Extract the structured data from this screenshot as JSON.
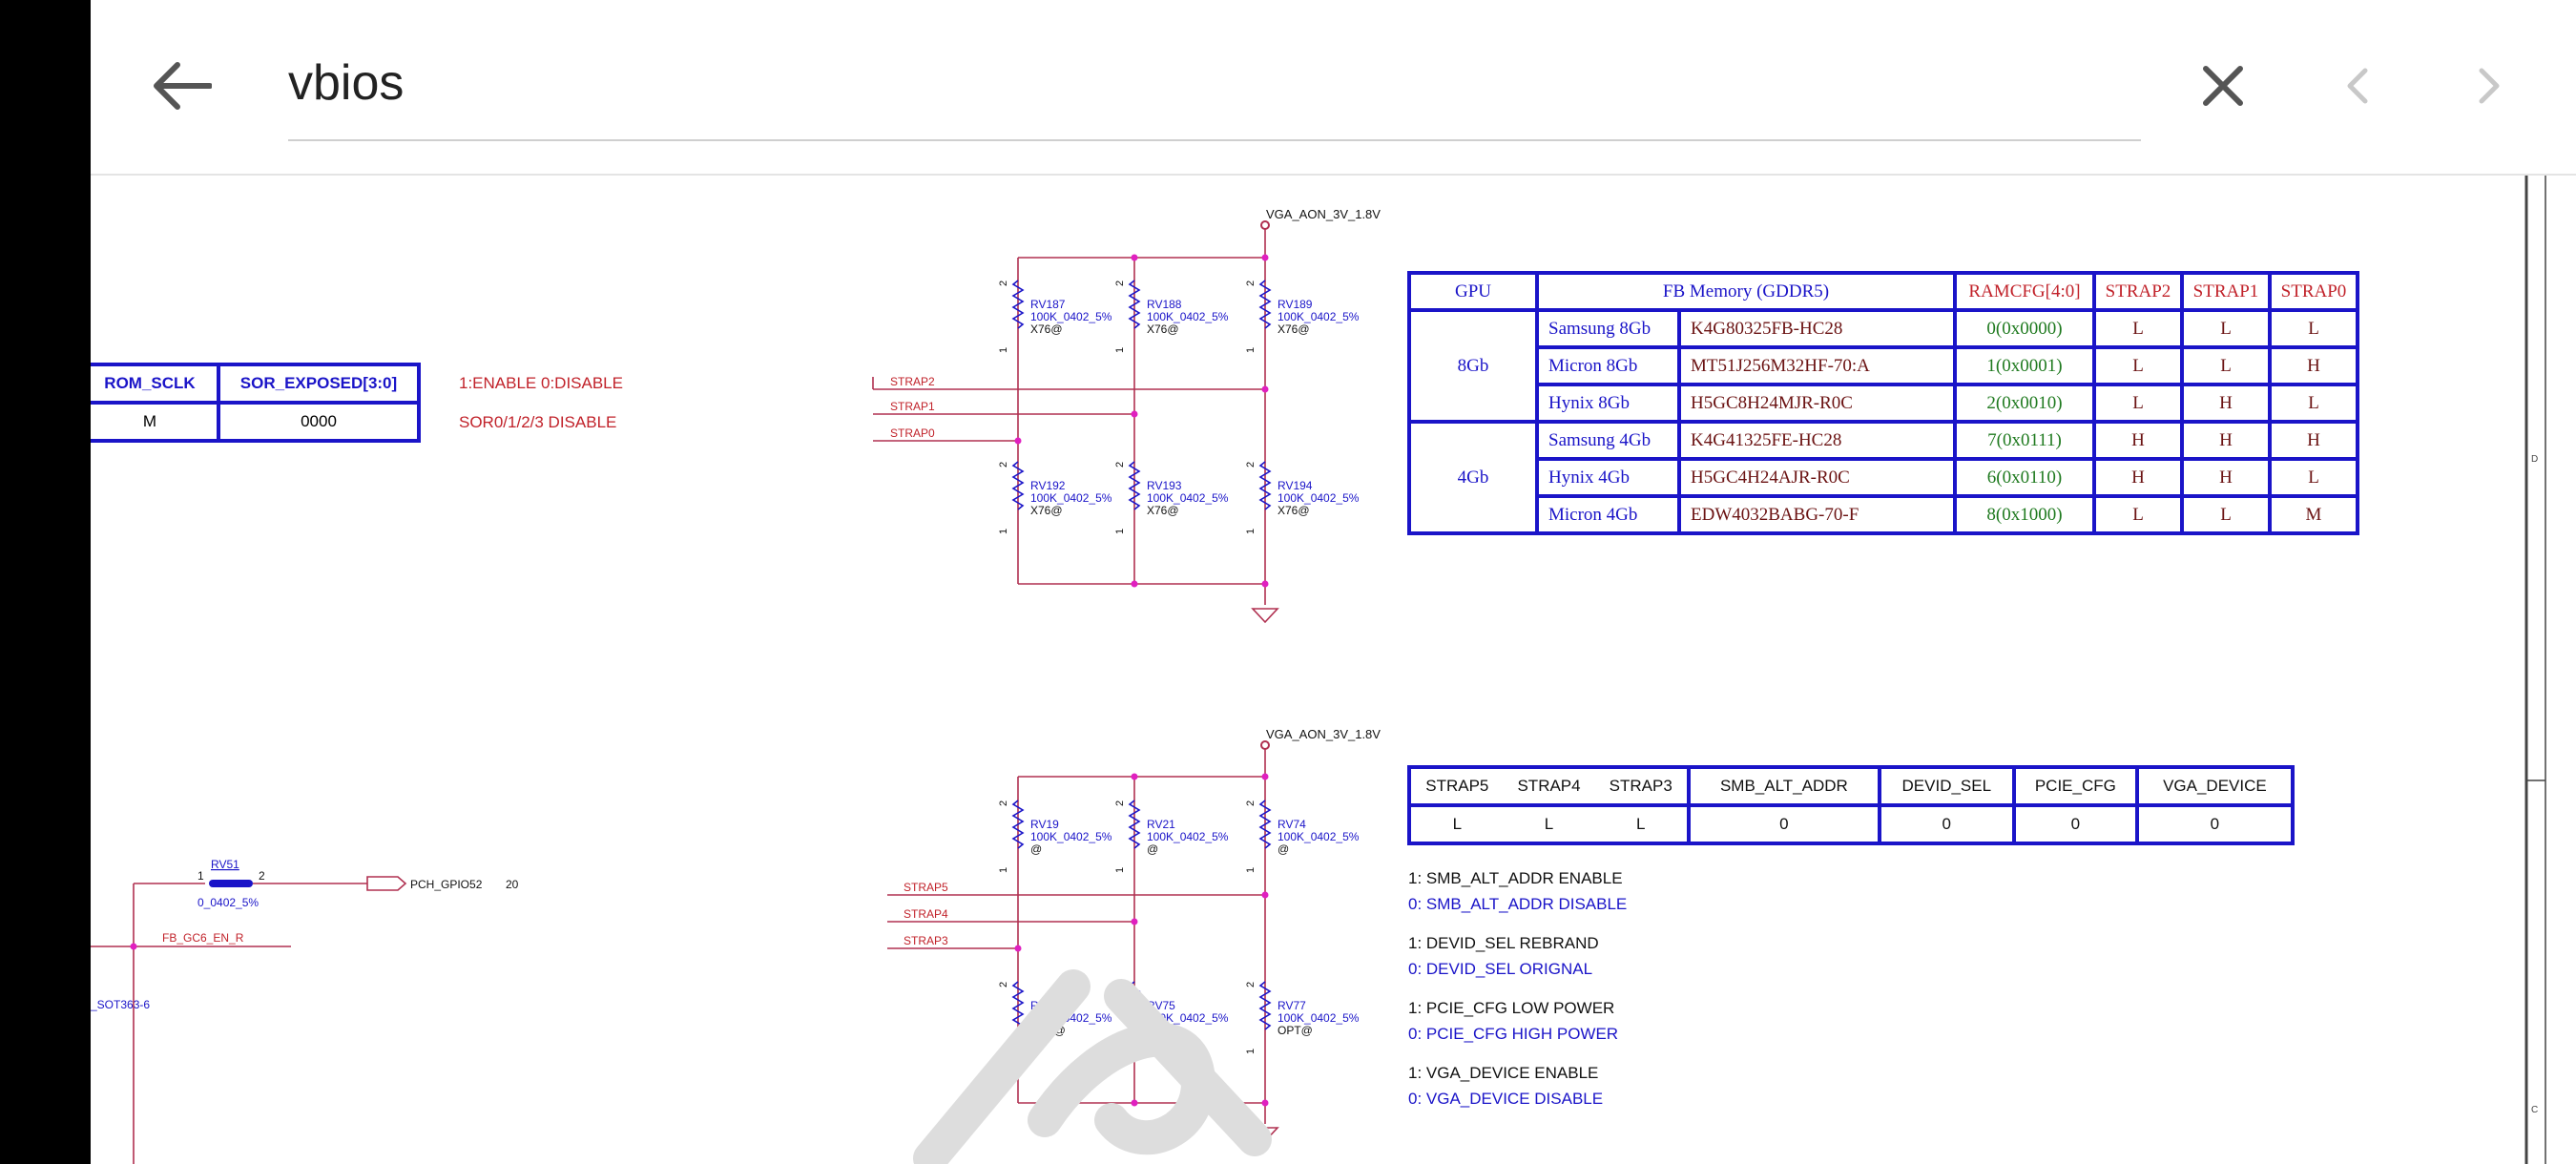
{
  "toolbar": {
    "search_value": "vbios",
    "back_icon": "arrow-left-icon",
    "close_icon": "close-icon",
    "prev_icon": "chevron-left-icon",
    "next_icon": "chevron-right-icon"
  },
  "rom_table": {
    "headers": [
      "ROM_SCLK",
      "SOR_EXPOSED[3:0]"
    ],
    "row": [
      "M",
      "0000"
    ]
  },
  "rom_notes": [
    "1:ENABLE 0:DISABLE",
    "SOR0/1/2/3 DISABLE"
  ],
  "schematic_top": {
    "power_label": "VGA_AON_3V_1.8V",
    "nets": [
      "STRAP2",
      "STRAP1",
      "STRAP0"
    ],
    "resistors_upper": [
      {
        "ref": "RV187",
        "value": "100K_0402_5%",
        "option": "X76@"
      },
      {
        "ref": "RV188",
        "value": "100K_0402_5%",
        "option": "X76@"
      },
      {
        "ref": "RV189",
        "value": "100K_0402_5%",
        "option": "X76@"
      }
    ],
    "resistors_lower": [
      {
        "ref": "RV192",
        "value": "100K_0402_5%",
        "option": "X76@"
      },
      {
        "ref": "RV193",
        "value": "100K_0402_5%",
        "option": "X76@"
      },
      {
        "ref": "RV194",
        "value": "100K_0402_5%",
        "option": "X76@"
      }
    ]
  },
  "schematic_bottom": {
    "power_label": "VGA_AON_3V_1.8V",
    "nets": [
      "STRAP5",
      "STRAP4",
      "STRAP3"
    ],
    "resistors_upper": [
      {
        "ref": "RV19",
        "value": "100K_0402_5%",
        "option": "@"
      },
      {
        "ref": "RV21",
        "value": "100K_0402_5%",
        "option": "@"
      },
      {
        "ref": "RV74",
        "value": "100K_0402_5%",
        "option": "@"
      }
    ],
    "resistors_lower": [
      {
        "ref": "RV78",
        "value": "100K_0402_5%",
        "option": "OPT@"
      },
      {
        "ref": "RV75",
        "value": "100K_0402_5%",
        "option": "OPT@"
      },
      {
        "ref": "RV77",
        "value": "100K_0402_5%",
        "option": "OPT@"
      }
    ]
  },
  "left_bottom": {
    "resistor_ref": "RV51",
    "resistor_value": "0_0402_5%",
    "pin1": "1",
    "pin2": "2",
    "net_out": "PCH_GPIO52",
    "net_out_page": "20",
    "net_in": "FB_GC6_EN_R",
    "package": "_SOT363-6"
  },
  "memory_table": {
    "headers": [
      "GPU",
      "FB Memory (GDDR5)",
      "RAMCFG[4:0]",
      "STRAP2",
      "STRAP1",
      "STRAP0"
    ],
    "groups": [
      {
        "gpu": "8Gb",
        "rows": [
          [
            "Samsung 8Gb",
            "K4G80325FB-HC28",
            "0(0x0000)",
            "L",
            "L",
            "L"
          ],
          [
            "Micron 8Gb",
            "MT51J256M32HF-70:A",
            "1(0x0001)",
            "L",
            "L",
            "H"
          ],
          [
            "Hynix 8Gb",
            "H5GC8H24MJR-R0C",
            "2(0x0010)",
            "L",
            "H",
            "L"
          ]
        ]
      },
      {
        "gpu": "4Gb",
        "rows": [
          [
            "Samsung 4Gb",
            "K4G41325FE-HC28",
            "7(0x0111)",
            "H",
            "H",
            "H"
          ],
          [
            "Hynix 4Gb",
            "H5GC4H24AJR-R0C",
            "6(0x0110)",
            "H",
            "H",
            "L"
          ],
          [
            "Micron 4Gb",
            "EDW4032BABG-70-F",
            "8(0x1000)",
            "L",
            "L",
            "M"
          ]
        ]
      }
    ]
  },
  "strap_table": {
    "headers": [
      "STRAP5",
      "STRAP4",
      "STRAP3",
      "SMB_ALT_ADDR",
      "DEVID_SEL",
      "PCIE_CFG",
      "VGA_DEVICE"
    ],
    "row": [
      "L",
      "L",
      "L",
      "0",
      "0",
      "0",
      "0"
    ]
  },
  "strap_notes": [
    {
      "enable": "1: SMB_ALT_ADDR ENABLE",
      "disable": "0: SMB_ALT_ADDR DISABLE"
    },
    {
      "enable": "1: DEVID_SEL REBRAND",
      "disable": "0: DEVID_SEL ORIGNAL"
    },
    {
      "enable": "1: PCIE_CFG LOW POWER",
      "disable": "0: PCIE_CFG HIGH POWER"
    },
    {
      "enable": "1: VGA_DEVICE ENABLE",
      "disable": "0: VGA_DEVICE DISABLE"
    }
  ],
  "border_labels": [
    "D",
    "C"
  ],
  "colors": {
    "table_border": "#1a14c8",
    "wire": "#b03050",
    "node": "#e020c0",
    "resistor": "#1a14c8",
    "note_red": "#c1222a"
  }
}
